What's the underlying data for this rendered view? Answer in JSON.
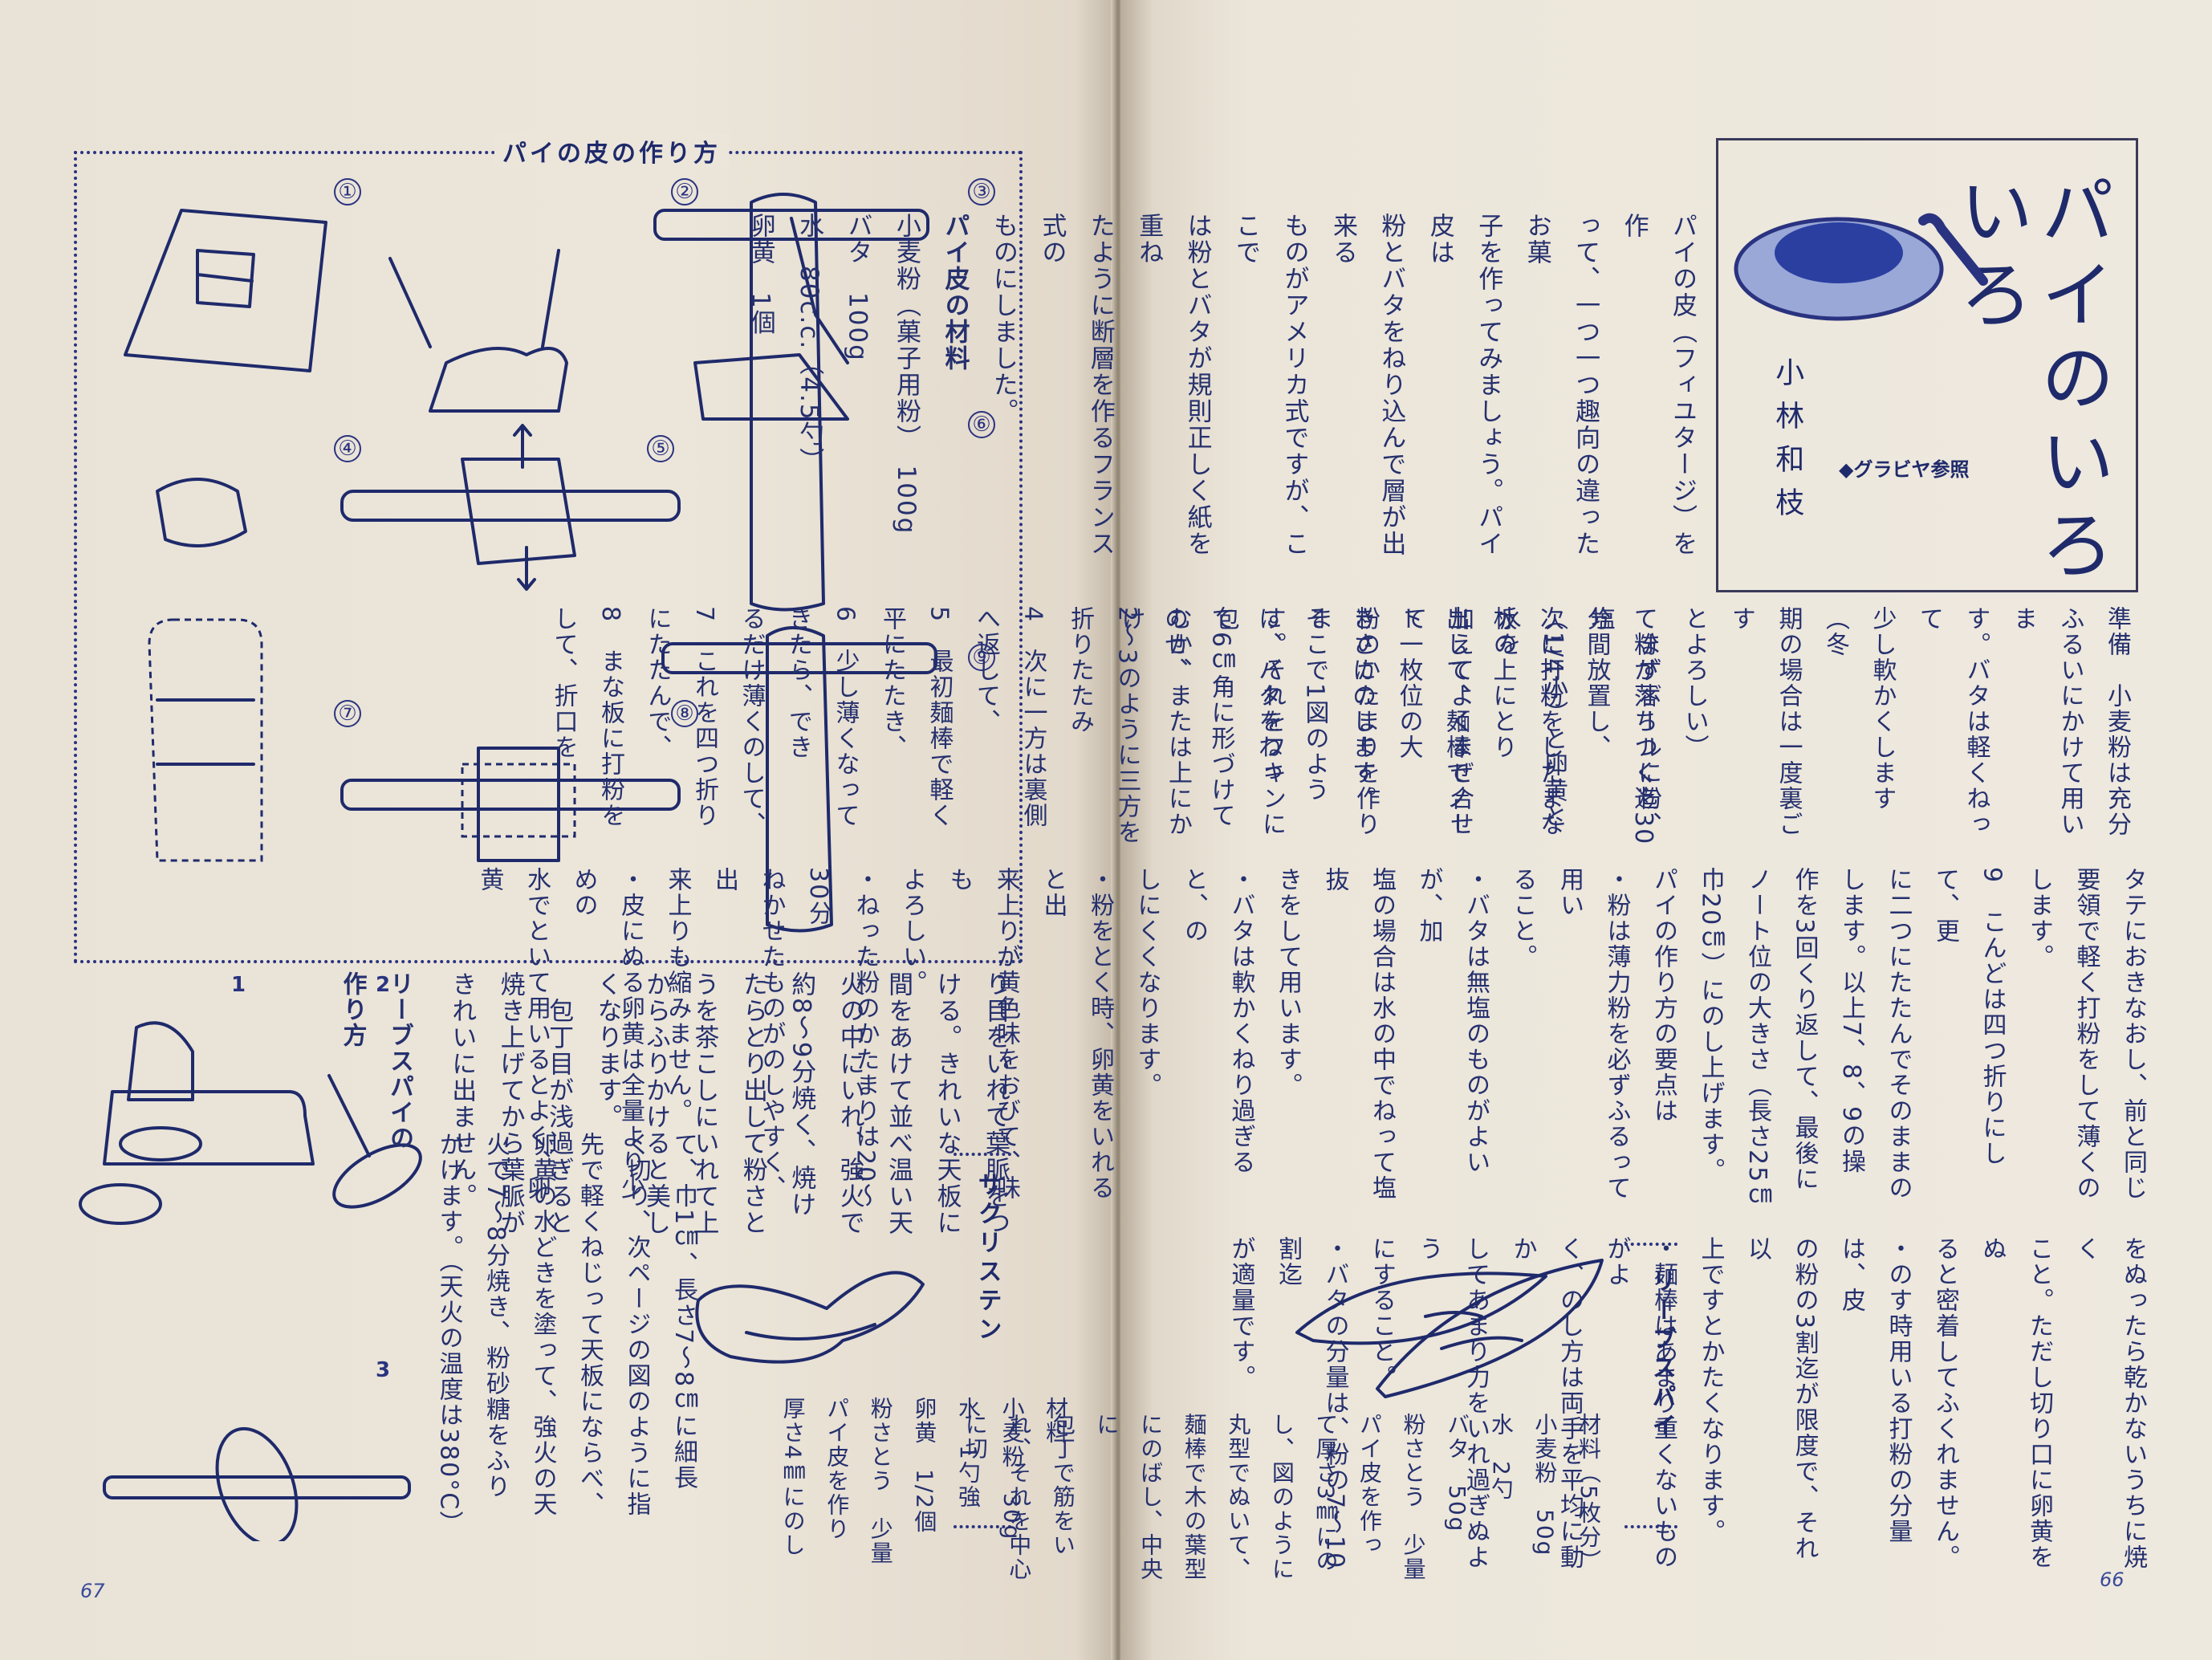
{
  "left_page": {
    "page_number": "67",
    "howto_box": {
      "title": "パイの皮の作り方",
      "steps": [
        "①",
        "②",
        "③",
        "④",
        "⑤",
        "⑥",
        "⑦",
        "⑧",
        "⑨"
      ]
    },
    "leaf_pie_figure_labels": [
      "1",
      "2",
      "3"
    ],
    "leaf_pie_method": {
      "heading_line1": "リーブスパイの",
      "heading_line2": "作り方",
      "columns": [
        "て、巾1㎝、長さ7〜8㎝に細長",
        "く切り、次ページの図のように指",
        "先で軽くねじって天板にならべ、",
        "卵黄の水どきを塗って、強火の天",
        "火で7〜8分焼き、粉砂糖をふり",
        "かけます。（天火の温度は380°C）"
      ]
    },
    "upper_text_columns": [
      "り目をいれて葉脈をつ",
      "ける。きれいな天板に",
      "間をあけて並べ温い天",
      "火の中にいれ、強火で",
      "約8〜9分焼く、焼け",
      "たらとり出して粉さと",
      "うを茶こしにいれて上",
      "からふりかけると美し",
      "くなります。",
      "　包丁目が浅過ぎると",
      "焼き上げてから葉脈が",
      "きれいに出ません。"
    ],
    "sacristain": {
      "heading": "サクリステン",
      "materials_label": "材料",
      "ingredients": [
        {
          "name": "小麦粉",
          "amount": "30g"
        },
        {
          "name": "水",
          "amount": "1勺強"
        },
        {
          "name": "卵黄",
          "amount": "1/2個"
        },
        {
          "name": "粉さとう",
          "amount": "少量"
        }
      ],
      "columns": [
        "パイ皮を作り",
        "厚さ4㎜にのし"
      ]
    }
  },
  "right_page": {
    "page_number": "66",
    "title": "パイのいろいろ",
    "author": "小林和枝",
    "gravure_ref": "◆グラビヤ参照",
    "intro_columns": [
      "パイの皮（フィユタージ）を作",
      "って、一つ一つ趣向の違ったお菓",
      "子を作ってみましょう。パイ皮は",
      "粉とバタをねり込んで層が出来る",
      "ものがアメリカ式ですが、ここで",
      "は粉とバタが規則正しく紙を重ね",
      "たように断層を作るフランス式の",
      "ものにしました。"
    ],
    "pie_crust_materials": {
      "heading": "パイ皮の材料",
      "ingredients": [
        {
          "name": "小麦粉（菓子用粉）",
          "amount": "100g"
        },
        {
          "name": "バタ",
          "amount": "100g"
        },
        {
          "name": "水",
          "amount": "80c.c.（4.5勺）"
        },
        {
          "name": "卵黄",
          "amount": "1個"
        }
      ]
    },
    "prep_columns": [
      "準備　小麦粉は充分",
      "ふるいにかけて用いま",
      "す。バタは軽くねって",
      "少し軟かくします（冬",
      "期の場合は一度裏ごす",
      "とよろしい）",
      "　まずボールに粉、塩",
      "（1/4小）と卵黄と水を",
      "加えてよくまぜ合せて",
      "粉のかたまりを作りま",
      "す。それをフキンに包",
      "むか、または上にかけ"
    ],
    "steps_columns": [
      "て粉が落ちつく迄30分間放置し、",
      "次に打粉をしたまな板の上にとり",
      "出して、麺棒でノート一枚位の大",
      "きさにのします。",
      "そこで1図のように、バタをねっ",
      "て6㎝角に形づけてのせ、",
      "2〜3のように三方を折りたたみ",
      "4　次に一方は裏側へ返して、",
      "5　最初麺棒で軽く平にたたき、",
      "6　少し薄くなってきたら、でき",
      "るだけ薄くのして、",
      "7　これを四つ折りにたたんで、",
      "8　まな板に打粉をして、折口を"
    ],
    "mid_columns": [
      "タテにおきなおし、前と同じ",
      "要領で軽く打粉をして薄くの",
      "します。",
      "9　こんどは四つ折りにして、更",
      "に二つにたたんでそのままの",
      "します。以上7、8、9の操",
      "作を3回くり返して、最後に",
      "ノート位の大きさ（長さ25㎝",
      "巾20㎝）にのし上げます。",
      "パイの作り方の要点は",
      "・粉は薄力粉を必ずふるって用い",
      "ること。",
      "・バタは無塩のものがよいが、加",
      "塩の場合は水の中でねって塩抜",
      "きをして用います。",
      "・バタは軟かくねり過ぎると、の",
      "しにくくなります。",
      "・粉をとく時、卵黄をいれると出",
      "来上りが黄色味をおびて、味も",
      "よろしい。",
      "・ねった粉のかたまりは20〜30分",
      "ねかせたものがのしやすく、出",
      "来上りも縮みません。",
      "・皮にぬる卵黄は全量より少めの",
      "水でといて用いるとよく、卵黄"
    ],
    "lower_columns": [
      "をぬったら乾かないうちに焼く",
      "こと。ただし切り口に卵黄をぬ",
      "ると密着してふくれません。",
      "・のす時用いる打粉の分量は、皮",
      "の粉の3割迄が限度で、それ以",
      "上ですとかたくなります。",
      "・麺棒はあまり重くないものがよ",
      "く、のし方は両手を平均に動か",
      "してあまり力をいれ過ぎぬよう",
      "にすること。",
      "・バタの分量は、粉の7〜10割迄",
      "が適量です。"
    ],
    "leaf_pie": {
      "heading": "リーブスパイ",
      "materials_label": "材料（5枚分）",
      "ingredients": [
        {
          "name": "小麦粉",
          "amount": "50g"
        },
        {
          "name": "水",
          "amount": "2勺"
        },
        {
          "name": "バタ",
          "amount": "50g"
        },
        {
          "name": "粉さとう",
          "amount": "少量"
        }
      ],
      "columns": [
        "パイ皮を作っ",
        "て厚さ3㎜にの",
        "し、図のように",
        "丸型でぬいて、",
        "麺棒で木の葉型にのばし、中央に",
        "包丁で筋をいれ、それを中心に切"
      ]
    }
  }
}
